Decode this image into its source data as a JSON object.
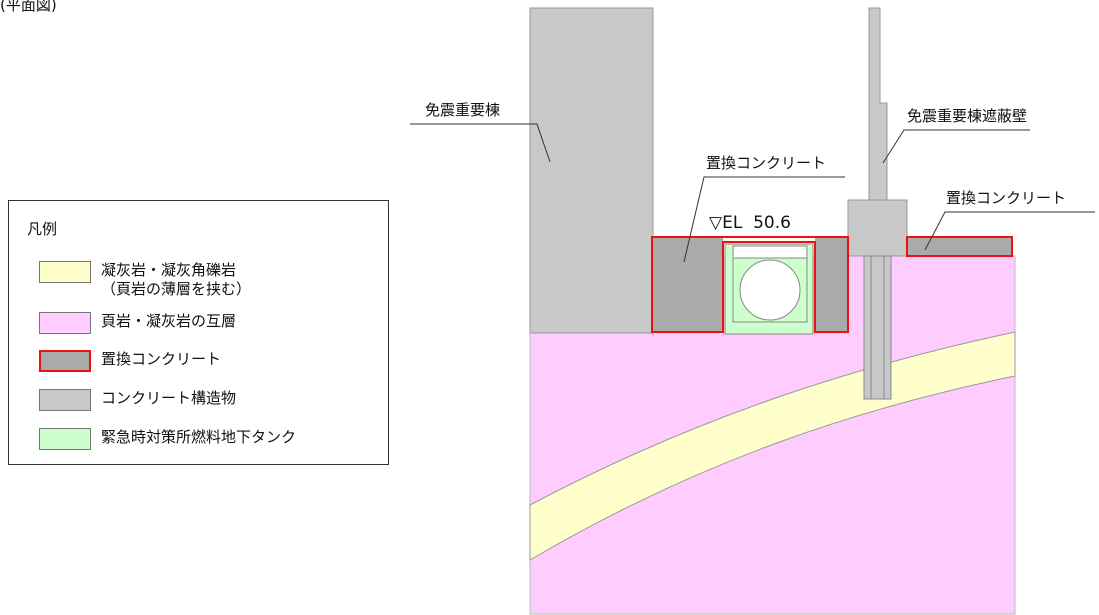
{
  "corner_text": "(平面図)",
  "legend": {
    "title": "凡例",
    "items": [
      {
        "lines": [
          "凝灰岩・凝灰角礫岩",
          "（頁岩の薄層を挟む）"
        ],
        "fill": "#ffffcc",
        "border": "#777777"
      },
      {
        "lines": [
          "頁岩・凝灰岩の互層"
        ],
        "fill": "#ffccff",
        "border": "#777777"
      },
      {
        "lines": [
          "置換コンクリート"
        ],
        "fill": "#aaaaaa",
        "border": "#ee1111"
      },
      {
        "lines": [
          "コンクリート構造物"
        ],
        "fill": "#c8c8c8",
        "border": "#777777"
      },
      {
        "lines": [
          "緊急時対策所燃料地下タンク"
        ],
        "fill": "#ccffcc",
        "border": "#777777"
      }
    ]
  },
  "diagram": {
    "labels": {
      "seismic_isolation_building": "免震重要棟",
      "shielding_wall": "免震重要棟遮蔽壁",
      "replacement_concrete_center": "置換コンクリート",
      "replacement_concrete_right": "置換コンクリート",
      "elevation": "▽EL  50.6"
    }
  },
  "colors": {
    "tuff_layer": "#ffffcc",
    "shale_tuff_alternation": "#ffccff",
    "replacement_concrete": "#aaaaaa",
    "concrete_structure": "#c8c8c8",
    "fuel_tank": "#ccffcc",
    "red_outline": "#ee1111"
  }
}
